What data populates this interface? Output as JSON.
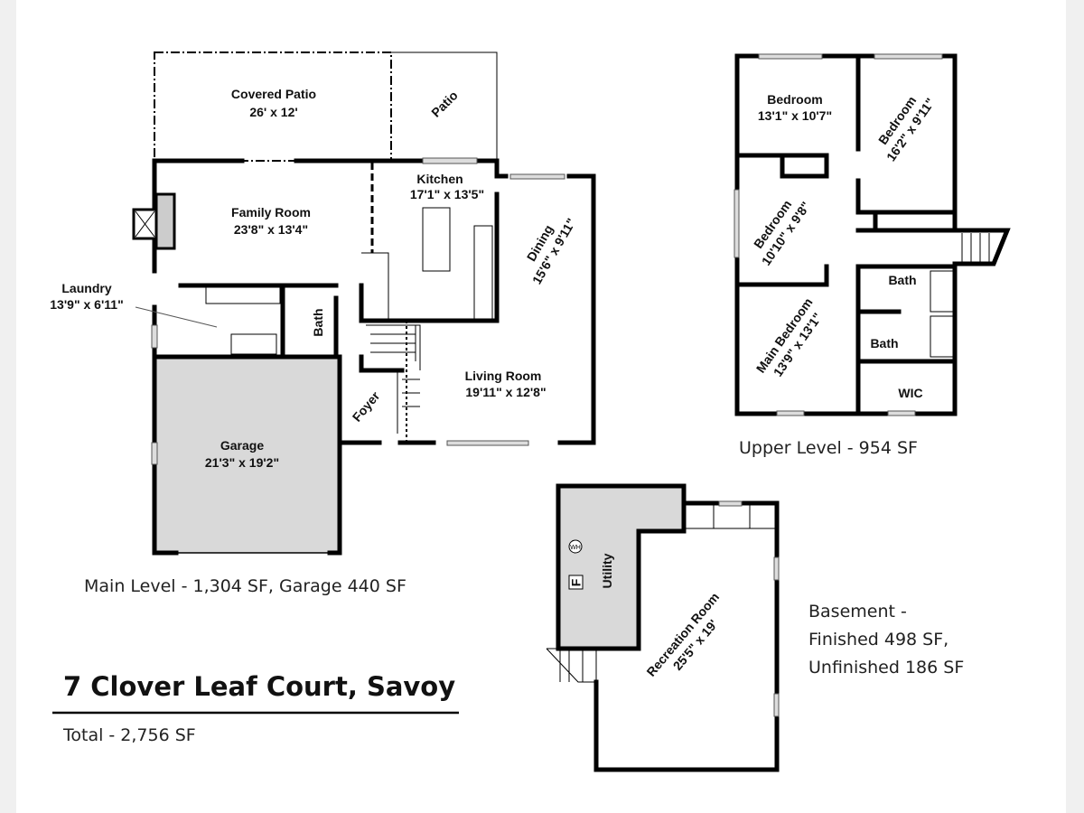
{
  "title": "7 Clover Leaf Court, Savoy",
  "total": "Total - 2,756 SF",
  "main_level": {
    "caption": "Main Level - 1,304 SF, Garage 440 SF",
    "rooms": {
      "covered_patio": {
        "name": "Covered Patio",
        "size": "26' x 12'"
      },
      "patio": {
        "name": "Patio"
      },
      "family_room": {
        "name": "Family Room",
        "size": "23'8\" x 13'4\""
      },
      "kitchen": {
        "name": "Kitchen",
        "size": "17'1\" x 13'5\""
      },
      "dining": {
        "name": "Dining",
        "size": "15'6\" x 9'11\""
      },
      "laundry": {
        "name": "Laundry",
        "size": "13'9\" x 6'11\""
      },
      "bath": {
        "name": "Bath"
      },
      "living_room": {
        "name": "Living Room",
        "size": "19'11\" x 12'8\""
      },
      "foyer": {
        "name": "Foyer"
      },
      "garage": {
        "name": "Garage",
        "size": "21'3\" x 19'2\""
      }
    }
  },
  "upper_level": {
    "caption": "Upper Level - 954 SF",
    "rooms": {
      "bedroom1": {
        "name": "Bedroom",
        "size": "13'1\" x 10'7\""
      },
      "bedroom2": {
        "name": "Bedroom",
        "size": "16'2\" x 9'11\""
      },
      "bedroom3": {
        "name": "Bedroom",
        "size": "10'10\" x 9'8\""
      },
      "main_bedroom": {
        "name": "Main Bedroom",
        "size": "13'9\" x 13'1\""
      },
      "bath1": {
        "name": "Bath"
      },
      "bath2": {
        "name": "Bath"
      },
      "wic": {
        "name": "WIC"
      }
    }
  },
  "basement": {
    "caption_line1": "Basement -",
    "caption_line2": "Finished 498 SF,",
    "caption_line3": "Unfinished 186 SF",
    "rooms": {
      "utility": {
        "name": "Utility",
        "wh": "WH",
        "f": "F"
      },
      "recreation": {
        "name": "Recreation Room",
        "size": "25'5\" x 19'"
      }
    }
  },
  "colors": {
    "unfinished_fill": "#d9d9d9",
    "wall": "#000000"
  }
}
